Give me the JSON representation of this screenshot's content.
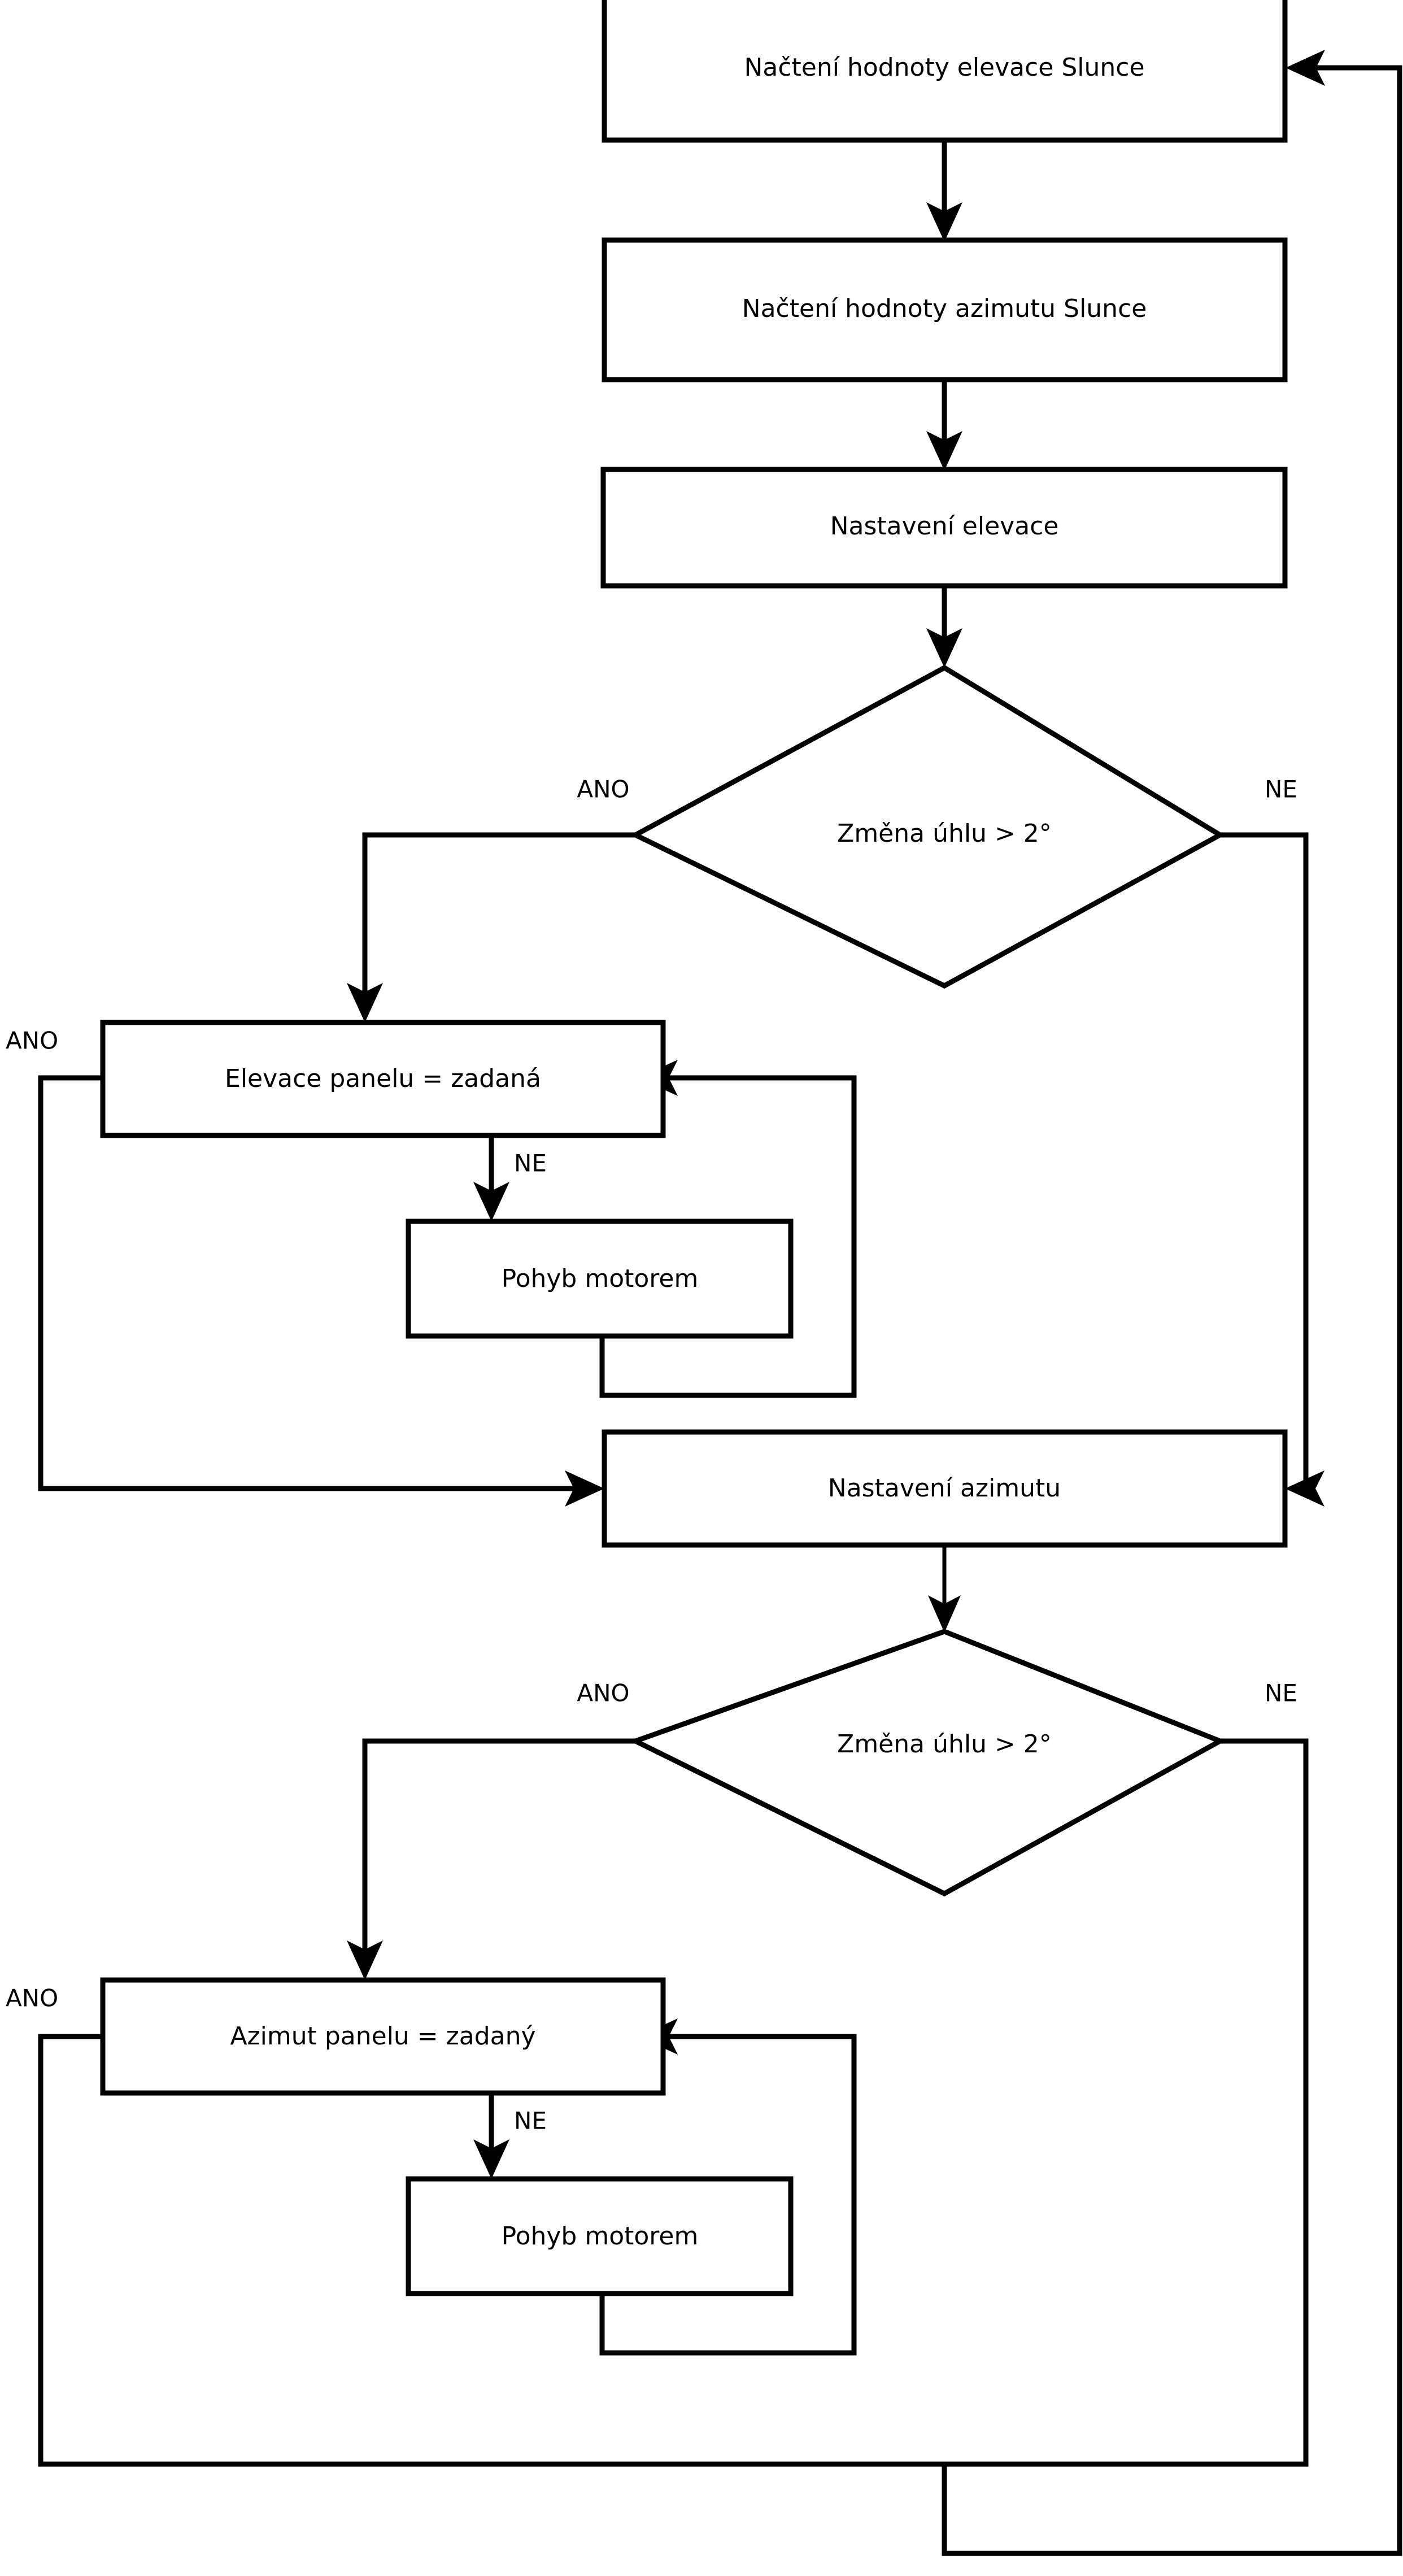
{
  "diagram": {
    "type": "flowchart",
    "language": "cs",
    "colors": {
      "stroke": "#000000",
      "fill": "#ffffff",
      "text": "#000000"
    },
    "nodes": [
      {
        "id": "read_elevation",
        "shape": "process",
        "label": "Načtení hodnoty elevace Slunce"
      },
      {
        "id": "read_azimuth",
        "shape": "process",
        "label": "Načtení hodnoty azimutu Slunce"
      },
      {
        "id": "set_elevation",
        "shape": "process",
        "label": "Nastavení elevace"
      },
      {
        "id": "decide_elev",
        "shape": "decision",
        "label": "Změna úhlu > 2°"
      },
      {
        "id": "panel_elev_eq",
        "shape": "process",
        "label": "Elevace panelu = zadaná"
      },
      {
        "id": "motor_move_elev",
        "shape": "process",
        "label": "Pohyb motorem"
      },
      {
        "id": "set_azimuth",
        "shape": "process",
        "label": "Nastavení azimutu"
      },
      {
        "id": "decide_azim",
        "shape": "decision",
        "label": "Změna úhlu > 2°"
      },
      {
        "id": "panel_azim_eq",
        "shape": "process",
        "label": "Azimut panelu = zadaný"
      },
      {
        "id": "motor_move_azim",
        "shape": "process",
        "label": "Pohyb motorem"
      }
    ],
    "edge_labels": {
      "decide_elev_yes": "ANO",
      "decide_elev_no": "NE",
      "panel_elev_yes": "ANO",
      "panel_elev_no": "NE",
      "decide_azim_yes": "ANO",
      "decide_azim_no": "NE",
      "panel_azim_yes": "ANO",
      "panel_azim_no": "NE"
    },
    "edges": [
      {
        "from": "read_elevation",
        "to": "read_azimuth",
        "label": ""
      },
      {
        "from": "read_azimuth",
        "to": "set_elevation",
        "label": ""
      },
      {
        "from": "set_elevation",
        "to": "decide_elev",
        "label": ""
      },
      {
        "from": "decide_elev",
        "to": "panel_elev_eq",
        "label": "ANO"
      },
      {
        "from": "decide_elev",
        "to": "set_azimuth",
        "label": "NE"
      },
      {
        "from": "panel_elev_eq",
        "to": "set_azimuth",
        "label": "ANO"
      },
      {
        "from": "panel_elev_eq",
        "to": "motor_move_elev",
        "label": "NE"
      },
      {
        "from": "motor_move_elev",
        "to": "panel_elev_eq",
        "label": ""
      },
      {
        "from": "set_azimuth",
        "to": "decide_azim",
        "label": ""
      },
      {
        "from": "decide_azim",
        "to": "panel_azim_eq",
        "label": "ANO"
      },
      {
        "from": "decide_azim",
        "to": "read_elevation",
        "label": "NE"
      },
      {
        "from": "panel_azim_eq",
        "to": "read_elevation",
        "label": "ANO"
      },
      {
        "from": "panel_azim_eq",
        "to": "motor_move_azim",
        "label": "NE"
      },
      {
        "from": "motor_move_azim",
        "to": "panel_azim_eq",
        "label": ""
      }
    ]
  }
}
